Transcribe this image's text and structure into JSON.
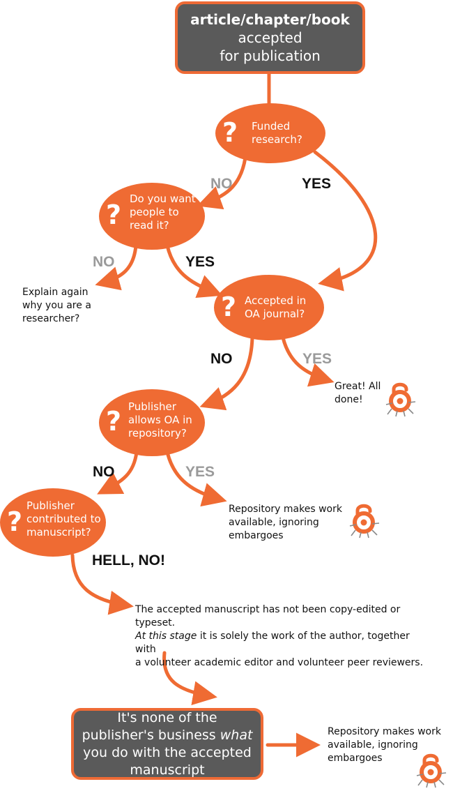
{
  "nodes": {
    "start": {
      "line1": "article/chapter/book",
      "line2": "accepted",
      "line3": "for publication"
    },
    "funded": {
      "mark": "?",
      "text": "Funded research?"
    },
    "read": {
      "mark": "?",
      "text": "Do you want people to read it?"
    },
    "oa_journal": {
      "mark": "?",
      "text": "Accepted in OA journal?"
    },
    "publisher_allows": {
      "mark": "?",
      "text": "Publisher allows OA in repository?"
    },
    "publisher_contributed": {
      "mark": "?",
      "text": "Publisher contributed to manuscript?"
    },
    "end": {
      "part1": "It's none of the publisher's business ",
      "part2": "what",
      "part3": " you do with the accepted manuscript"
    }
  },
  "labels": {
    "funded_no": "NO",
    "funded_yes": "YES",
    "read_no": "NO",
    "read_yes": "YES",
    "oa_no": "NO",
    "oa_yes": "YES",
    "allows_no": "NO",
    "allows_yes": "YES",
    "contributed_no": "HELL, NO!"
  },
  "notes": {
    "explain": "Explain again why you are a researcher?",
    "great": "Great! All done!",
    "repository_1": "Repository makes work available, ignoring embargoes",
    "manuscript_line1": "The accepted manuscript has not been copy-edited or typeset.",
    "manuscript_line2_em": "At this stage",
    "manuscript_line2_rest": " it is solely the work of the author, together with",
    "manuscript_line3": "a volunteer academic editor and volunteer peer reviewers.",
    "repository_2": "Repository makes work available, ignoring embargoes"
  },
  "colors": {
    "accent": "#ef6b33",
    "dark_box": "#5a5a5a",
    "gray_label": "#9a9a9a",
    "black_label": "#111111"
  },
  "icons": [
    "open-access-lock-icon",
    "question-mark-icon",
    "arrow-icon"
  ]
}
